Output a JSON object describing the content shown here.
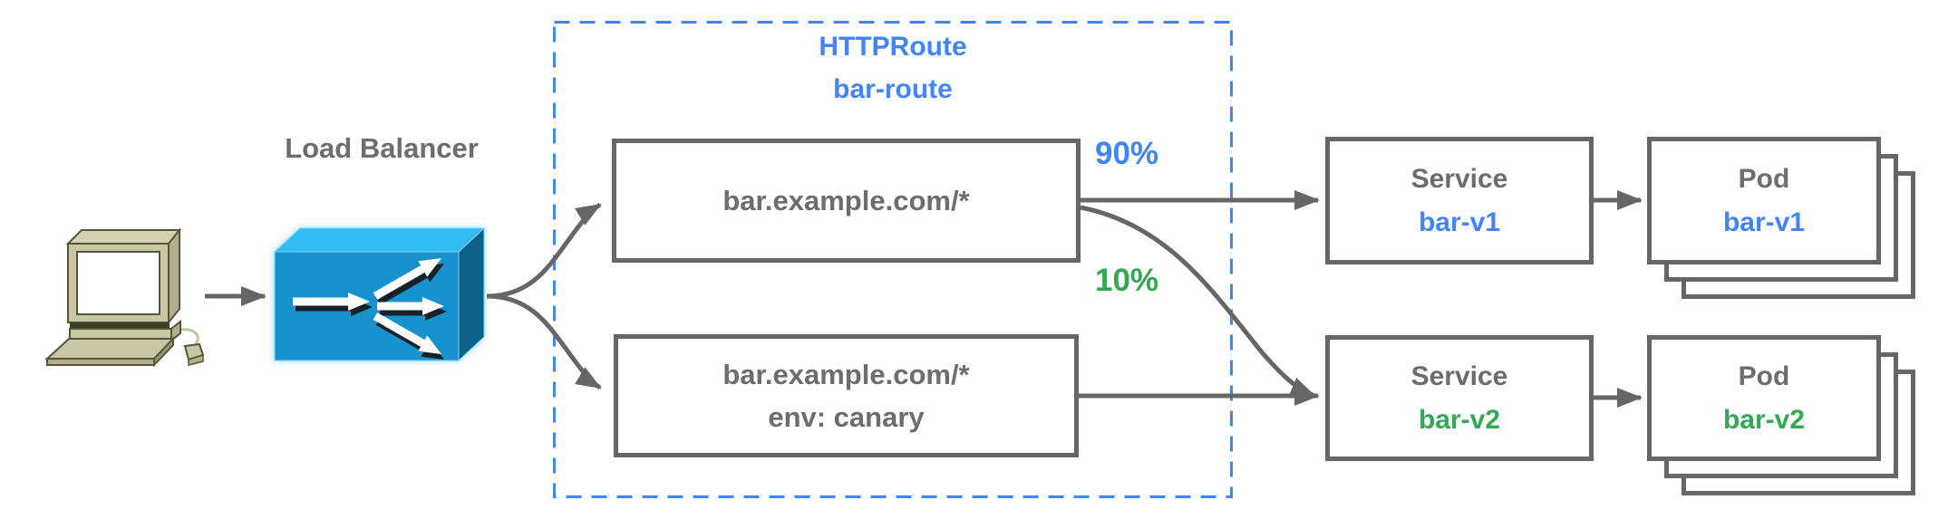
{
  "client": {
    "icon": "computer-icon"
  },
  "load_balancer": {
    "label": "Load Balancer",
    "icon": "load-balancer-icon"
  },
  "http_route": {
    "kind": "HTTPRoute",
    "name": "bar-route",
    "rules": [
      {
        "match": "bar.example.com/*"
      },
      {
        "match": "bar.example.com/*",
        "header": "env: canary"
      }
    ]
  },
  "weights": {
    "v1": "90%",
    "v2": "10%"
  },
  "services": [
    {
      "kind": "Service",
      "name": "bar-v1"
    },
    {
      "kind": "Service",
      "name": "bar-v2"
    }
  ],
  "pods": [
    {
      "kind": "Pod",
      "name": "bar-v1"
    },
    {
      "kind": "Pod",
      "name": "bar-v2"
    }
  ],
  "colors": {
    "blue_text": "#4285f4",
    "green_text": "#34a853",
    "gray_text": "#6d6d6d",
    "box_border": "#666666",
    "arrow": "#666666",
    "dashed_border": "#4285f4",
    "lb_front": "#1792cd",
    "lb_top": "#31bcf2",
    "lb_side": "#0d6088",
    "computer_body": "#c9c6a4"
  }
}
